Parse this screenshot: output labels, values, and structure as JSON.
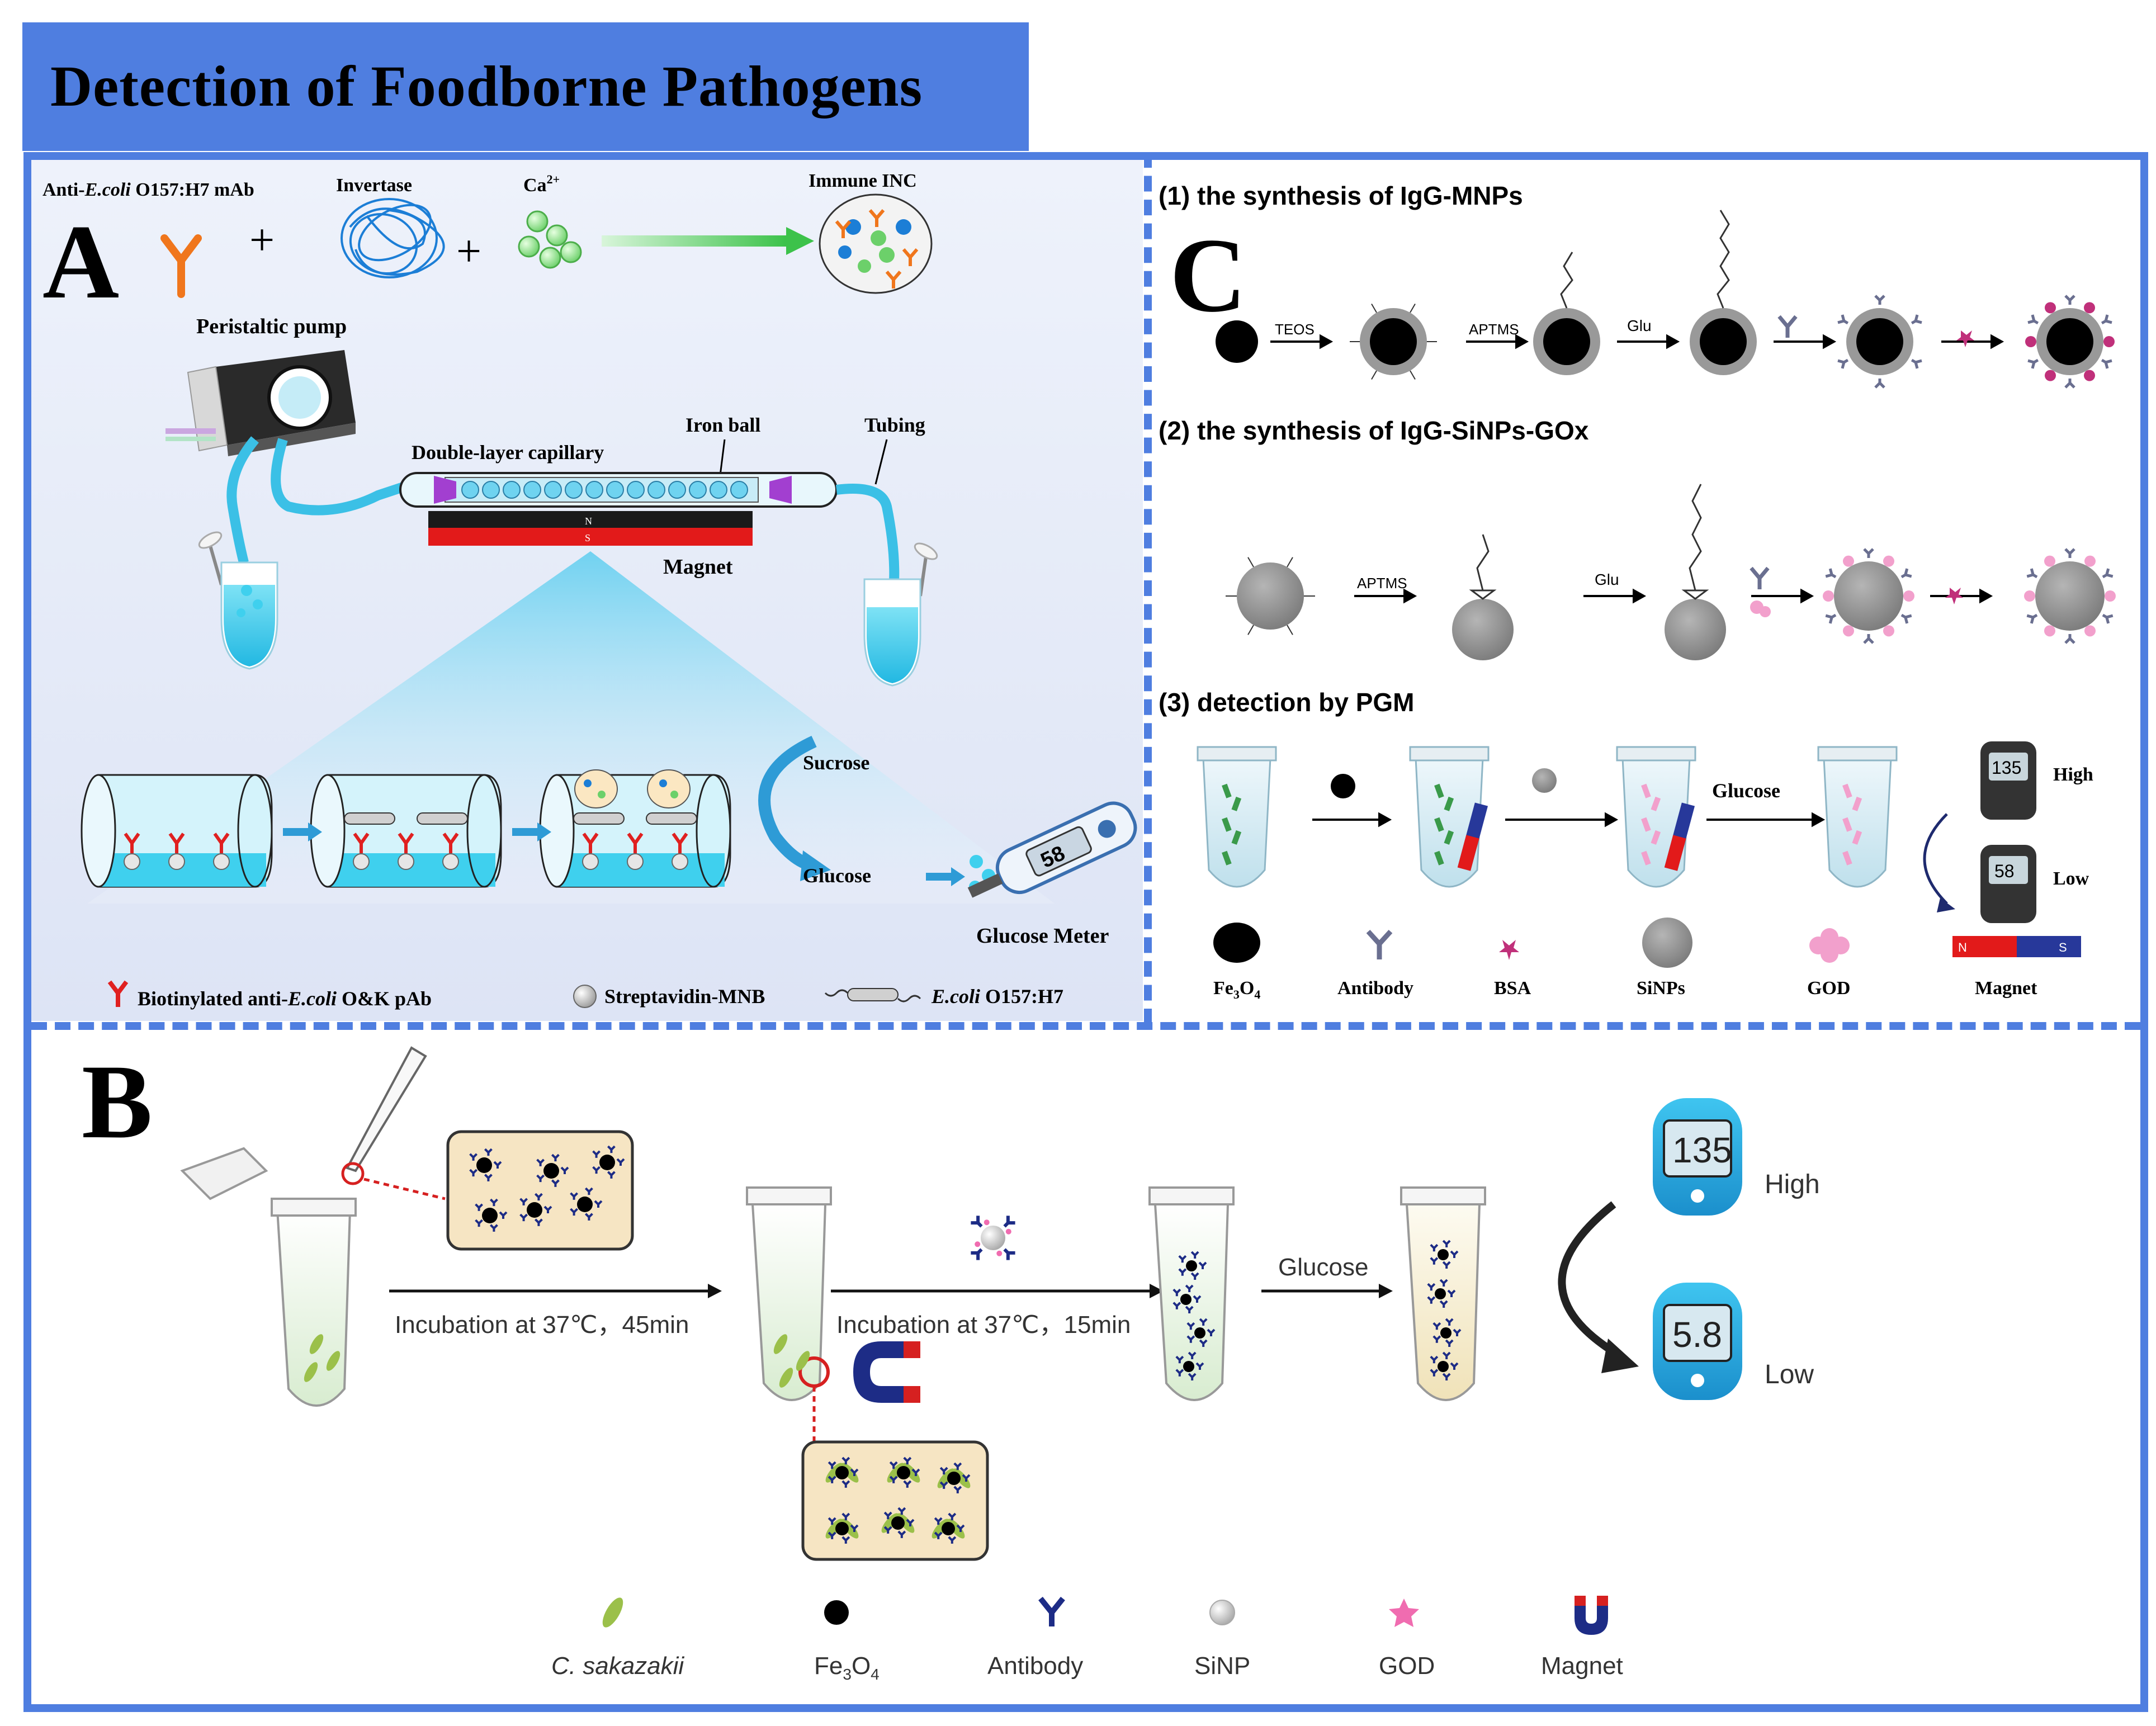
{
  "title": "Detection of Foodborne Pathogens",
  "colors": {
    "frame_blue": "#4f7ee0",
    "arrow_blue": "#2e9bd6",
    "antibody_red": "#e02020",
    "green_arrow": "#3cc24a",
    "liquid_cyan": "#3fd0ee"
  },
  "panel_a": {
    "letter": "A",
    "reagents": {
      "mab_prefix": "Anti-",
      "mab_italic": "E.coli",
      "mab_suffix": " O157:H7 mAb",
      "invertase": "Invertase",
      "calcium": "Ca",
      "calcium_sup": "2+",
      "product": "Immune INC",
      "plus": "+"
    },
    "setup": {
      "pump": "Peristaltic pump",
      "capillary": "Double-layer capillary",
      "iron_ball": "Iron ball",
      "tubing": "Tubing",
      "magnet": "Magnet",
      "pole_n": "N",
      "pole_s": "S"
    },
    "reaction": {
      "sucrose": "Sucrose",
      "glucose": "Glucose",
      "meter_value": "58",
      "glucose_meter": "Glucose Meter"
    },
    "legend": {
      "pab_prefix": "Biotinylated anti-",
      "pab_italic": "E.coli",
      "pab_suffix": " O&K pAb",
      "mnb": "Streptavidin-MNB",
      "ecoli_italic": "E.coli",
      "ecoli_suffix": " O157:H7"
    }
  },
  "panel_c": {
    "letter": "C",
    "step1": "(1) the synthesis of IgG-MNPs",
    "step2": "(2) the synthesis of IgG-SiNPs-GOx",
    "step3": "(3) detection by PGM",
    "reagents": {
      "teos": "TEOS",
      "aptms": "APTMS",
      "glu": "Glu"
    },
    "detection": {
      "glucose": "Glucose",
      "high": "High",
      "low": "Low",
      "high_value": "135",
      "low_value": "58"
    },
    "legend": {
      "fe3o4_base": "Fe",
      "fe3o4_sub1": "3",
      "fe3o4_mid": "O",
      "fe3o4_sub2": "4",
      "antibody": "Antibody",
      "bsa": "BSA",
      "sinps": "SiNPs",
      "god": "GOD",
      "magnet": "Magnet",
      "pole_n": "N",
      "pole_s": "S"
    }
  },
  "panel_b": {
    "letter": "B",
    "incubation1": "Incubation at 37℃，45min",
    "incubation2": "Incubation at 37℃，15min",
    "glucose": "Glucose",
    "high": "High",
    "low": "Low",
    "high_value": "135",
    "low_value": "5.8",
    "legend": {
      "sakazakii": "C. sakazakii",
      "fe3o4_base": "Fe",
      "fe3o4_sub1": "3",
      "fe3o4_mid": "O",
      "fe3o4_sub2": "4",
      "antibody": "Antibody",
      "sinp": "SiNP",
      "god": "GOD",
      "magnet": "Magnet"
    }
  }
}
